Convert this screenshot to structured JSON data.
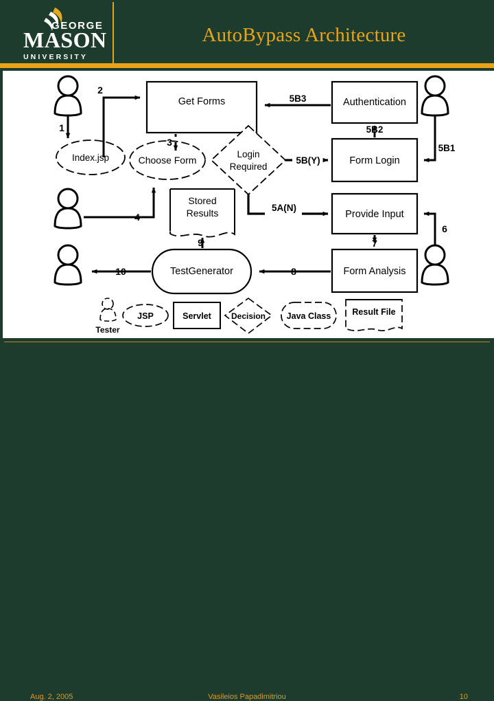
{
  "header": {
    "title": "AutoBypass Architecture",
    "logo": {
      "line1": "GEORGE",
      "line2": "MASON",
      "line3": "U N I V E R S I T Y"
    }
  },
  "colors": {
    "background": "#1e3c2d",
    "accent": "#e8a317",
    "title": "#e8a317",
    "footer_text": "#d79b26",
    "canvas": "#ffffff",
    "stroke": "#000000"
  },
  "diagram": {
    "nodes": {
      "get_forms": "Get Forms",
      "authentication": "Authentication",
      "index_jsp": "Index.jsp",
      "choose_form": "Choose Form",
      "login_required_l1": "Login",
      "login_required_l2": "Required",
      "form_login": "Form Login",
      "stored_results_l1": "Stored",
      "stored_results_l2": "Results",
      "provide_input": "Provide Input",
      "test_generator": "TestGenerator",
      "form_analysis": "Form Analysis"
    },
    "edge_labels": {
      "e1": "1",
      "e2": "2",
      "e3": "3",
      "e4": "4",
      "e5by": "5B(Y)",
      "e5an": "5A(N)",
      "e5b1": "5B1",
      "e5b2": "5B2",
      "e5b3": "5B3",
      "e6": "6",
      "e7": "7",
      "e8": "8",
      "e9": "9",
      "e10": "10"
    },
    "legend": [
      {
        "shape": "actor",
        "label": "Tester"
      },
      {
        "shape": "ellipse",
        "label": "JSP"
      },
      {
        "shape": "rect",
        "label": "Servlet"
      },
      {
        "shape": "diamond",
        "label": "Decision"
      },
      {
        "shape": "rounded",
        "label": "Java Class"
      },
      {
        "shape": "doc",
        "label": "Result File"
      }
    ]
  },
  "footer": {
    "date": "Aug. 2, 2005",
    "author": "Vasileios Papadimitriou",
    "page": "10"
  }
}
